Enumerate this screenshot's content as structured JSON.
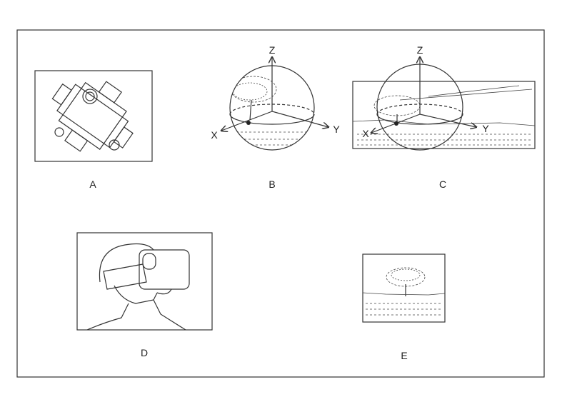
{
  "figures": {
    "a": {
      "label": "A"
    },
    "b": {
      "label": "B",
      "axes": {
        "z": "Z",
        "x": "X",
        "y": "Y"
      }
    },
    "c": {
      "label": "C",
      "axes": {
        "z": "Z",
        "x": "X",
        "y": "Y"
      }
    },
    "d": {
      "label": "D"
    },
    "e": {
      "label": "E"
    }
  }
}
